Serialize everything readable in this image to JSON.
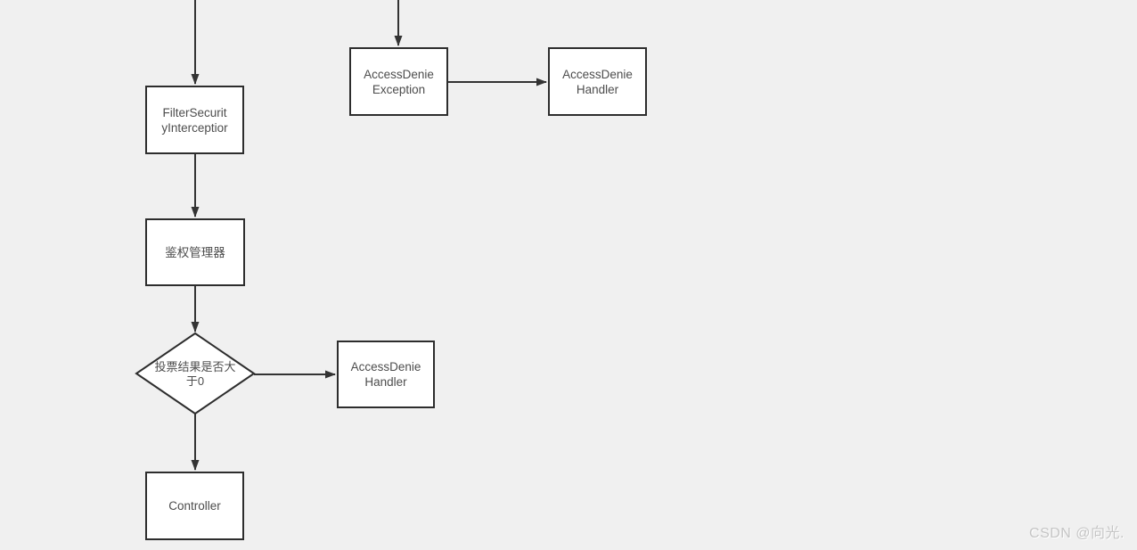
{
  "diagram": {
    "nodes": {
      "filter_security_interceptor": {
        "label": "FilterSecurit\nyInterceptior"
      },
      "access_denie_exception": {
        "label": "AccessDenie\nException"
      },
      "access_denie_handler_top": {
        "label": "AccessDenie\nHandler"
      },
      "authz_manager": {
        "label": "鉴权管理器"
      },
      "vote_decision": {
        "label": "投票结果是否大\n于0"
      },
      "access_denie_handler_mid": {
        "label": "AccessDenie\nHandler"
      },
      "controller": {
        "label": "Controller"
      }
    },
    "colors": {
      "background": "#f0f0f0",
      "node_fill": "#ffffff",
      "node_border": "#2d2d2d",
      "arrow": "#333333",
      "text": "#4d4d4d",
      "watermark": "#c5c5c5"
    }
  },
  "watermark": {
    "text": "CSDN @向光."
  }
}
